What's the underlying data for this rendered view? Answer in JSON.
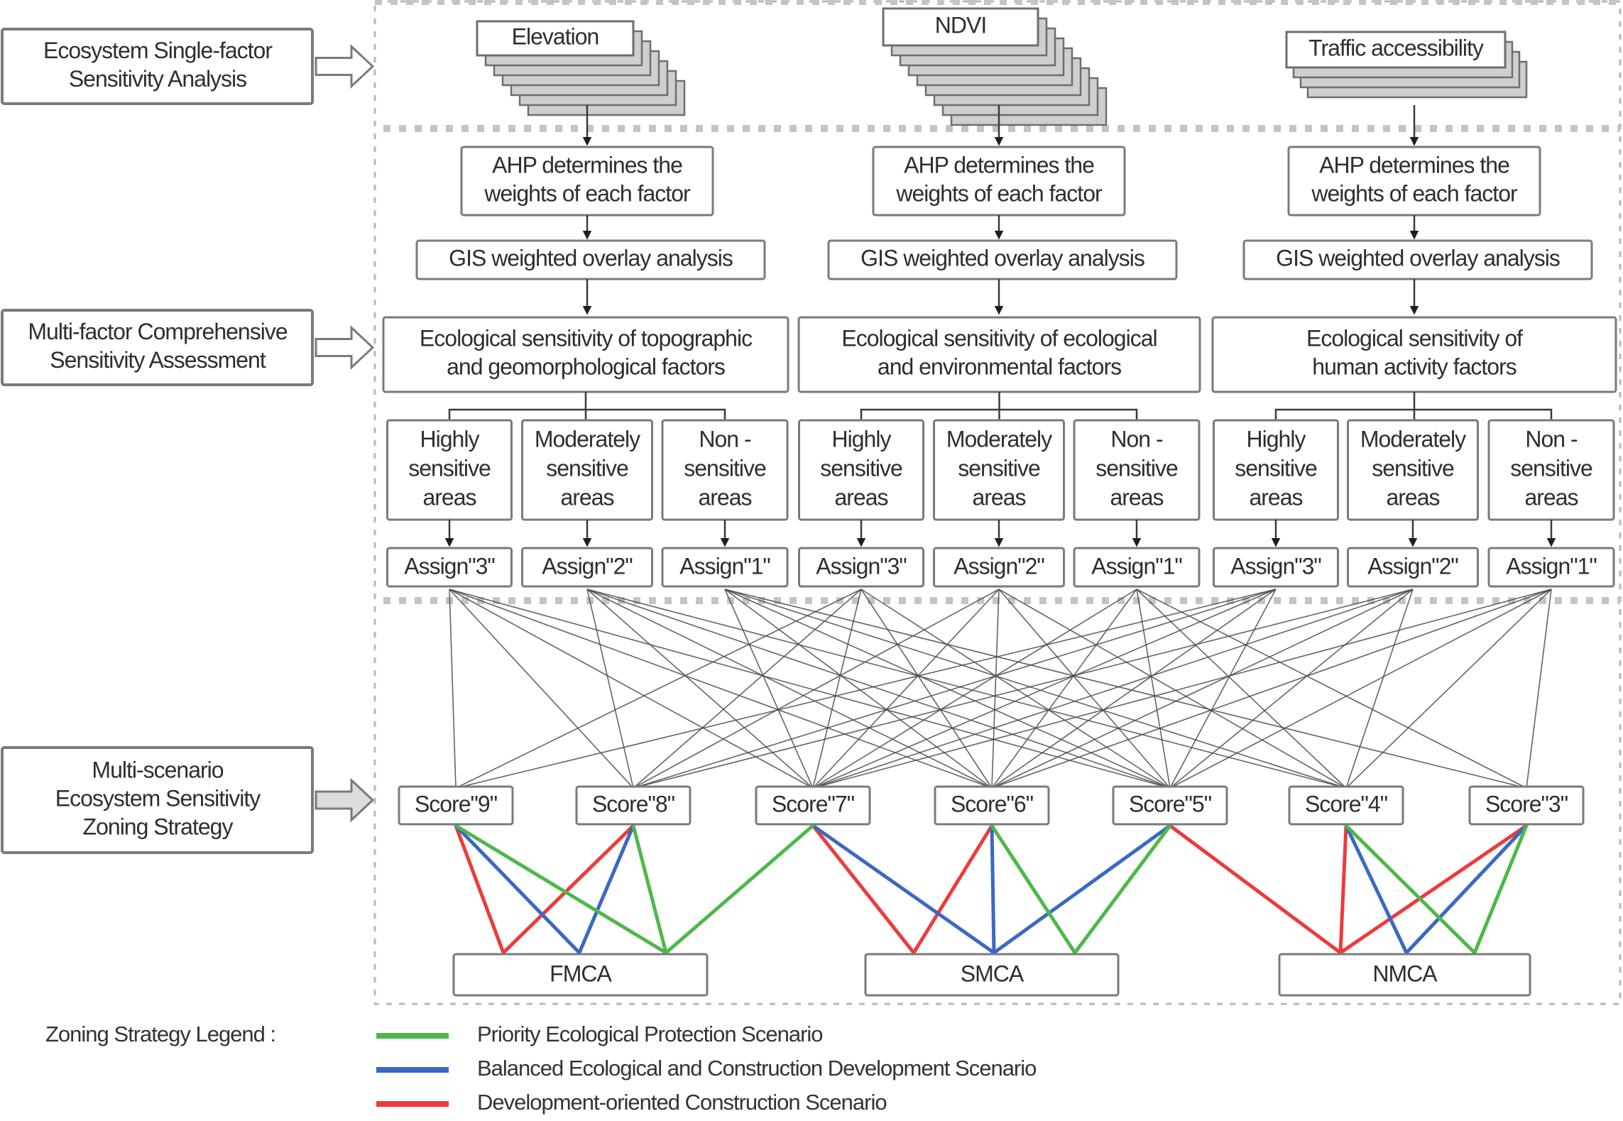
{
  "stages": [
    {
      "id": "stage1",
      "label_lines": [
        "Ecosystem Single-factor",
        "Sensitivity Analysis"
      ]
    },
    {
      "id": "stage2",
      "label_lines": [
        "Multi-factor Comprehensive",
        "Sensitivity Assessment"
      ]
    },
    {
      "id": "stage3",
      "label_lines": [
        "Multi-scenario",
        "Ecosystem Sensitivity",
        "Zoning Strategy"
      ]
    }
  ],
  "factor_stacks": [
    {
      "label": "Elevation",
      "layers": 7
    },
    {
      "label": "NDVI",
      "layers": 9
    },
    {
      "label": "Traffic accessibility",
      "layers": 4
    }
  ],
  "ahp_label_lines": [
    "AHP determines the",
    "weights of each factor"
  ],
  "gis_label": "GIS weighted overlay analysis",
  "sensitivity_groups": [
    {
      "label_lines": [
        "Ecological sensitivity of topographic",
        "and geomorphological factors"
      ]
    },
    {
      "label_lines": [
        "Ecological sensitivity of ecological",
        "and environmental factors"
      ]
    },
    {
      "label_lines": [
        "Ecological sensitivity of",
        "human activity factors"
      ]
    }
  ],
  "area_classes": [
    {
      "label_lines": [
        "Highly",
        "sensitive",
        "areas"
      ],
      "assign": "Assign\"3\"",
      "value": 3
    },
    {
      "label_lines": [
        "Moderately",
        "sensitive",
        "areas"
      ],
      "assign": "Assign\"2\"",
      "value": 2
    },
    {
      "label_lines": [
        "Non -",
        "sensitive",
        "areas"
      ],
      "assign": "Assign\"1\"",
      "value": 1
    }
  ],
  "scores": [
    {
      "label": "Score\"9\"",
      "value": 9
    },
    {
      "label": "Score\"8\"",
      "value": 8
    },
    {
      "label": "Score\"7\"",
      "value": 7
    },
    {
      "label": "Score\"6\"",
      "value": 6
    },
    {
      "label": "Score\"5\"",
      "value": 5
    },
    {
      "label": "Score\"4\"",
      "value": 4
    },
    {
      "label": "Score\"3\"",
      "value": 3
    }
  ],
  "zones": [
    {
      "label": "FMCA"
    },
    {
      "label": "SMCA"
    },
    {
      "label": "NMCA"
    }
  ],
  "scenarios": [
    {
      "key": "green",
      "label": "Priority Ecological Protection Scenario",
      "color": "#4db848"
    },
    {
      "key": "blue",
      "label": "Balanced Ecological and Construction Development Scenario",
      "color": "#3a68c4"
    },
    {
      "key": "red",
      "label": "Development-oriented Construction Scenario",
      "color": "#ee3a3a"
    }
  ],
  "zoning_links": {
    "green": [
      [
        9,
        "FMCA"
      ],
      [
        8,
        "FMCA"
      ],
      [
        7,
        "FMCA"
      ],
      [
        6,
        "SMCA"
      ],
      [
        5,
        "SMCA"
      ],
      [
        4,
        "NMCA"
      ],
      [
        3,
        "NMCA"
      ]
    ],
    "blue": [
      [
        9,
        "FMCA"
      ],
      [
        8,
        "FMCA"
      ],
      [
        7,
        "SMCA"
      ],
      [
        6,
        "SMCA"
      ],
      [
        5,
        "SMCA"
      ],
      [
        4,
        "NMCA"
      ],
      [
        3,
        "NMCA"
      ]
    ],
    "red": [
      [
        9,
        "FMCA"
      ],
      [
        8,
        "FMCA"
      ],
      [
        7,
        "SMCA"
      ],
      [
        6,
        "SMCA"
      ],
      [
        5,
        "NMCA"
      ],
      [
        4,
        "NMCA"
      ],
      [
        3,
        "NMCA"
      ]
    ]
  },
  "legend": {
    "title": "Zoning Strategy Legend :"
  }
}
